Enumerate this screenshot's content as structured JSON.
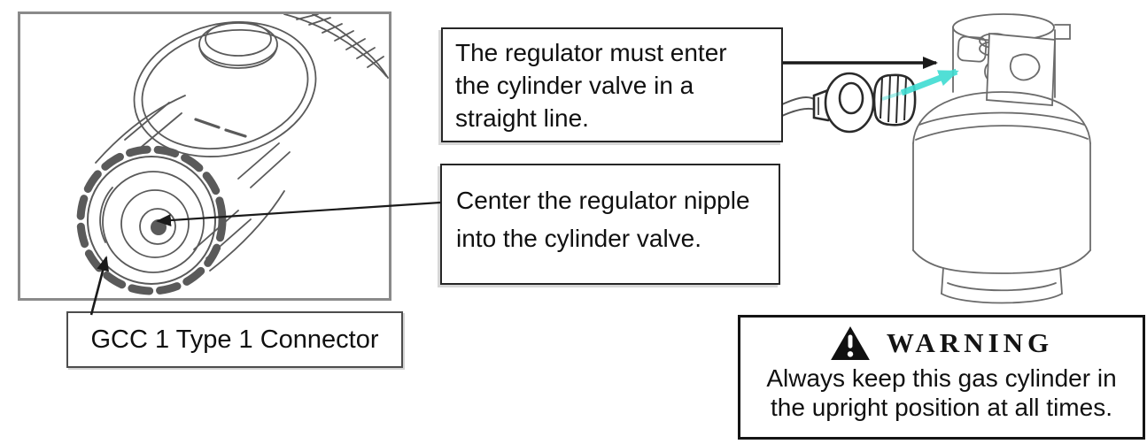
{
  "diagram": {
    "gcc_label": "GCC 1 Type 1 Connector",
    "callout_straight": {
      "lines": [
        "The regulator must enter",
        "the cylinder valve in a",
        "straight line."
      ]
    },
    "callout_center": {
      "lines": [
        "Center the regulator nipple",
        "into the cylinder valve."
      ]
    },
    "warning": {
      "title": "WARNING",
      "lines": [
        "Always keep this gas cylinder in",
        "the upright position at all times."
      ]
    },
    "colors": {
      "highlight_arrow": "#3fdcd2",
      "arrow_black": "#1a1a1a",
      "sketch_line": "#5a5a5a"
    }
  }
}
